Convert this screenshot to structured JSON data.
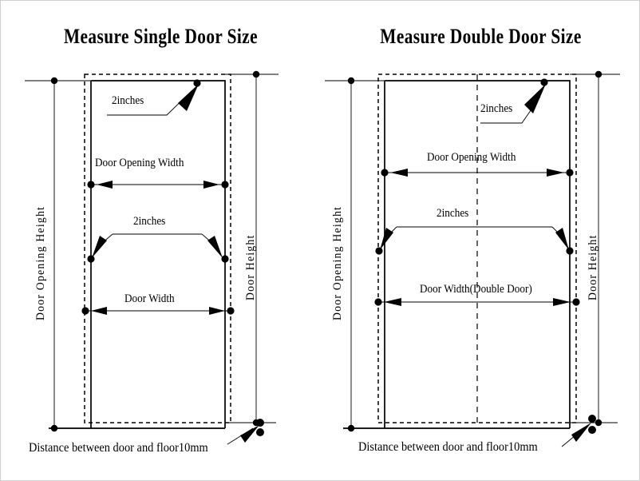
{
  "figure": {
    "type": "technical-measurement-diagram",
    "subject": "How to measure door size",
    "background_color": "#ffffff",
    "line_color": "#000000"
  },
  "panels": [
    {
      "id": "single",
      "title": "Measure Single Door Size",
      "labels": {
        "top_gap": "2inches",
        "opening_width": "Door Opening Width",
        "side_gap": "2inches",
        "door_width": "Door Width",
        "opening_height": "Door Opening Height",
        "door_height": "Door Height"
      },
      "caption": "Distance between door and floor10mm"
    },
    {
      "id": "double",
      "title": "Measure Double Door Size",
      "labels": {
        "top_gap": "2inches",
        "opening_width": "Door Opening Width",
        "side_gap": "2inches",
        "door_width": "Door Width(Double Door)",
        "opening_height": "Door Opening Height",
        "door_height": "Door Height"
      },
      "caption": "Distance between door and floor10mm"
    }
  ]
}
